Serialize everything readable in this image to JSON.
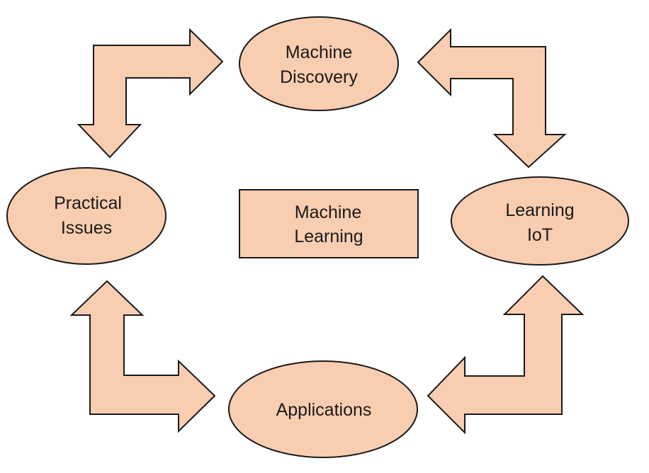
{
  "center": {
    "line1": "Machine",
    "line2": "Learning"
  },
  "nodes": {
    "top": {
      "line1": "Machine",
      "line2": "Discovery"
    },
    "left": {
      "line1": "Practical",
      "line2": "Issues"
    },
    "right": {
      "line1": "Learning",
      "line2": "IoT"
    },
    "bottom": {
      "line1": "Applications"
    }
  },
  "colors": {
    "fill": "#f9cdb0",
    "stroke": "#1a1a1a",
    "text": "#1a1a1a"
  }
}
